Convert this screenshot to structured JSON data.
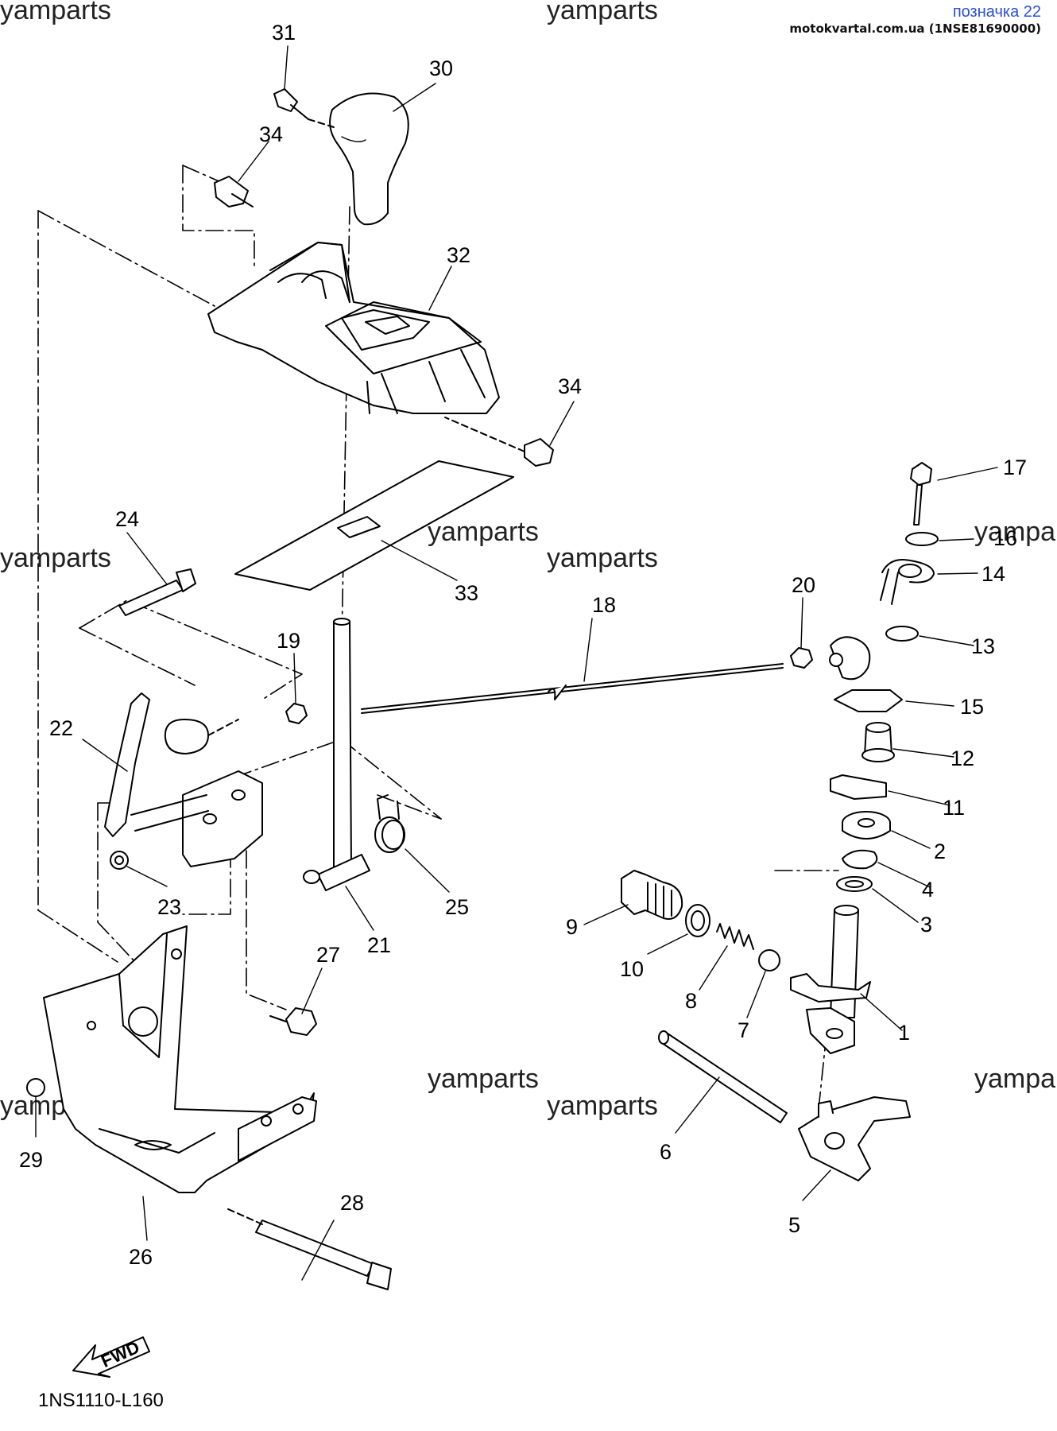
{
  "header": {
    "tag": "позначка 22",
    "site": "motokvartal.com.ua (1NSE81690000)"
  },
  "watermark": "yamparts",
  "watermark_partial": "yampa",
  "fwd_label": "FWD",
  "part_code": "1NS1110-L160",
  "callouts": [
    "1",
    "2",
    "3",
    "4",
    "5",
    "6",
    "7",
    "8",
    "9",
    "10",
    "11",
    "12",
    "13",
    "14",
    "15",
    "16",
    "17",
    "18",
    "19",
    "20",
    "21",
    "22",
    "23",
    "24",
    "25",
    "26",
    "27",
    "28",
    "29",
    "30",
    "31",
    "32",
    "33",
    "34"
  ]
}
